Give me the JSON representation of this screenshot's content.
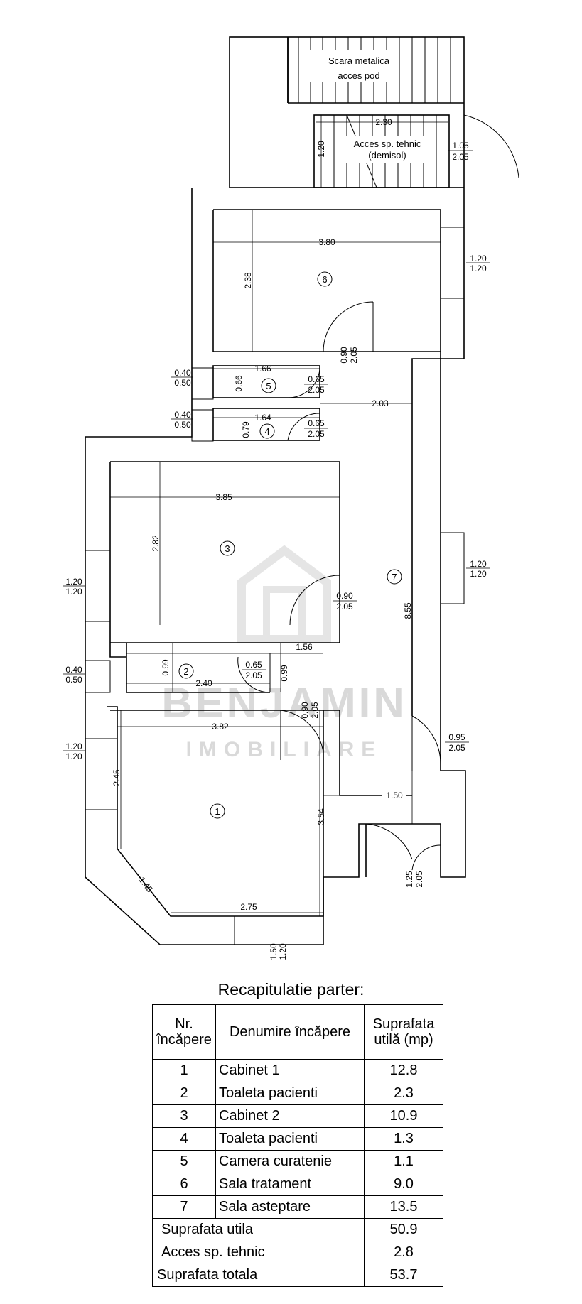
{
  "plan": {
    "stair_label_1": "Scara metalica",
    "stair_label_2": "acces pod",
    "tech_access_1": "Acces sp. tehnic",
    "tech_access_2": "(demisol)",
    "watermark_1": "BENJAMIN",
    "watermark_2": "IMOBILIARE",
    "rooms": [
      "1",
      "2",
      "3",
      "4",
      "5",
      "6",
      "7"
    ],
    "dims": {
      "d230": "2.30",
      "d120a": "1.20",
      "d380": "3.80",
      "d238": "2.38",
      "d166": "1.66",
      "d066": "0.66",
      "d203": "2.03",
      "d164": "1.64",
      "d079": "0.79",
      "d385": "3.85",
      "d282": "2.82",
      "d855": "8.55",
      "d156": "1.56",
      "d099a": "0.99",
      "d099b": "0.99",
      "d240": "2.40",
      "d382": "3.82",
      "d245": "2.45",
      "d354": "3.54",
      "d145": "1.45",
      "d275": "2.75",
      "d150": "1.50"
    },
    "openings": {
      "door_105": [
        "1.05",
        "2.05"
      ],
      "win_6": [
        "1.20",
        "1.20"
      ],
      "door_6": [
        "0.90",
        "2.05"
      ],
      "door_5": [
        "0.65",
        "2.05"
      ],
      "win_5": [
        "0.40",
        "0.50"
      ],
      "door_4": [
        "0.65",
        "2.05"
      ],
      "win_4": [
        "0.40",
        "0.50"
      ],
      "win_3": [
        "1.20",
        "1.20"
      ],
      "door_3": [
        "0.90",
        "2.05"
      ],
      "win_7": [
        "1.20",
        "1.20"
      ],
      "door_2": [
        "0.65",
        "2.05"
      ],
      "win_2": [
        "0.40",
        "0.50"
      ],
      "door_1": [
        "0.90",
        "2.05"
      ],
      "win_1": [
        "1.20",
        "1.20"
      ],
      "door_7": [
        "0.95",
        "2.05"
      ],
      "door_ent": [
        "1.25",
        "2.05"
      ],
      "win_bot": [
        "1.50",
        "1.20"
      ]
    }
  },
  "recap": {
    "title": "Recapitulatie parter:",
    "headers": [
      "Nr. încăpere",
      "Denumire încăpere",
      "Suprafata utilă (mp)"
    ],
    "rows": [
      {
        "nr": "1",
        "name": "Cabinet 1",
        "area": "12.8"
      },
      {
        "nr": "2",
        "name": "Toaleta pacienti",
        "area": "2.3"
      },
      {
        "nr": "3",
        "name": "Cabinet 2",
        "area": "10.9"
      },
      {
        "nr": "4",
        "name": "Toaleta pacienti",
        "area": "1.3"
      },
      {
        "nr": "5",
        "name": "Camera curatenie",
        "area": "1.1"
      },
      {
        "nr": "6",
        "name": "Sala tratament",
        "area": "9.0"
      },
      {
        "nr": "7",
        "name": "Sala asteptare",
        "area": "13.5"
      }
    ],
    "totals": [
      {
        "label": "Suprafata  utila",
        "area": "50.9"
      },
      {
        "label": "Acces sp. tehnic",
        "area": "2.8"
      },
      {
        "label": "Suprafata totala",
        "area": "53.7"
      }
    ]
  }
}
